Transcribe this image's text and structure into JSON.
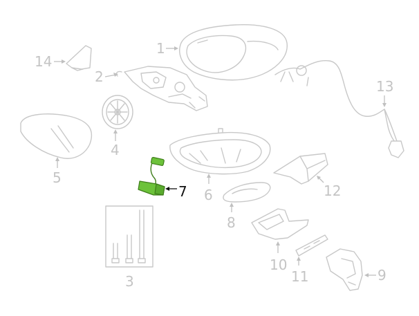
{
  "diagram": {
    "highlight_color": "#6cc23a",
    "highlight_stroke": "#3e7d1a",
    "muted_color": "#c4c4c4",
    "active_callout": "7",
    "callouts": [
      {
        "id": "c1",
        "label": "1"
      },
      {
        "id": "c2",
        "label": "2"
      },
      {
        "id": "c3",
        "label": "3"
      },
      {
        "id": "c4",
        "label": "4"
      },
      {
        "id": "c5",
        "label": "5"
      },
      {
        "id": "c6",
        "label": "6"
      },
      {
        "id": "c7",
        "label": "7"
      },
      {
        "id": "c8",
        "label": "8"
      },
      {
        "id": "c9",
        "label": "9"
      },
      {
        "id": "c10",
        "label": "10"
      },
      {
        "id": "c11",
        "label": "11"
      },
      {
        "id": "c12",
        "label": "12"
      },
      {
        "id": "c13",
        "label": "13"
      },
      {
        "id": "c14",
        "label": "14"
      }
    ]
  }
}
